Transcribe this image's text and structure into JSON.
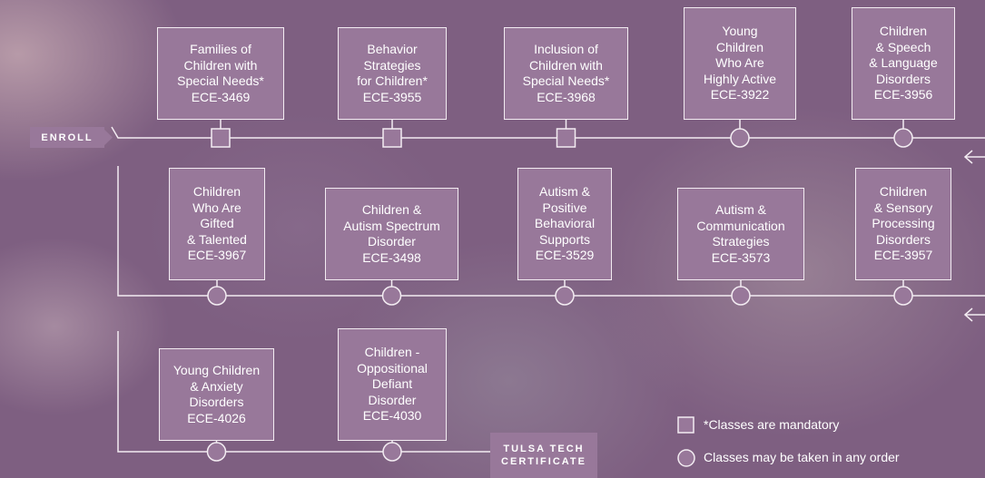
{
  "courses": [
    {
      "lines": [
        "Families of",
        "Children with",
        "Special Needs*"
      ],
      "code": "ECE-3469",
      "marker": "square"
    },
    {
      "lines": [
        "Behavior",
        "Strategies",
        "for Children*"
      ],
      "code": "ECE-3955",
      "marker": "square"
    },
    {
      "lines": [
        "Inclusion of",
        "Children with",
        "Special Needs*"
      ],
      "code": "ECE-3968",
      "marker": "square"
    },
    {
      "lines": [
        "Young",
        "Children",
        "Who Are",
        "Highly Active"
      ],
      "code": "ECE-3922",
      "marker": "circle"
    },
    {
      "lines": [
        "Children",
        "& Speech",
        "& Language",
        "Disorders"
      ],
      "code": "ECE-3956",
      "marker": "circle"
    },
    {
      "lines": [
        "Children",
        "Who Are",
        "Gifted",
        "& Talented"
      ],
      "code": "ECE-3967",
      "marker": "circle"
    },
    {
      "lines": [
        "Children &",
        "Autism Spectrum",
        "Disorder"
      ],
      "code": "ECE-3498",
      "marker": "circle"
    },
    {
      "lines": [
        "Autism &",
        "Positive",
        "Behavioral",
        "Supports"
      ],
      "code": "ECE-3529",
      "marker": "circle"
    },
    {
      "lines": [
        "Autism &",
        "Communication",
        "Strategies"
      ],
      "code": "ECE-3573",
      "marker": "circle"
    },
    {
      "lines": [
        "Children",
        "& Sensory",
        "Processing",
        "Disorders"
      ],
      "code": "ECE-3957",
      "marker": "circle"
    },
    {
      "lines": [
        "Young Children",
        "& Anxiety",
        "Disorders"
      ],
      "code": "ECE-4026",
      "marker": "circle"
    },
    {
      "lines": [
        "Children -",
        "Oppositional",
        "Defiant",
        "Disorder"
      ],
      "code": "ECE-4030",
      "marker": "circle"
    }
  ],
  "start_label": "ENROLL",
  "end_label_lines": [
    "TULSA TECH",
    "CERTIFICATE"
  ],
  "legend": {
    "square_text": "*Classes are mandatory",
    "circle_text": "Classes may be taken in any order"
  },
  "colors": {
    "box_fill": "#98789a",
    "line": "#f3ecf2",
    "text": "#ffffff"
  }
}
